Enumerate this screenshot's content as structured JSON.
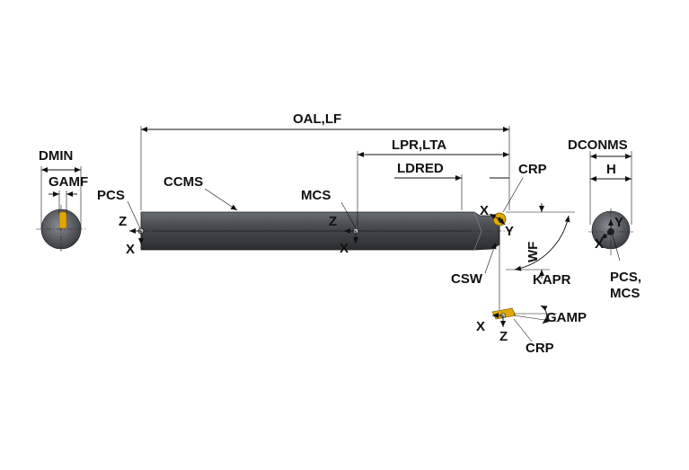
{
  "labels": {
    "oal_lf": "OAL,LF",
    "lpr_lta": "LPR,LTA",
    "ldred": "LDRED",
    "crp_top": "CRP",
    "dconms": "DCONMS",
    "h": "H",
    "dmin": "DMIN",
    "gamf": "GAMF",
    "pcs": "PCS",
    "ccms": "CCMS",
    "mcs": "MCS",
    "z_left": "Z",
    "x_left": "X",
    "z_mid": "Z",
    "x_mid": "X",
    "x_tip": "X",
    "y_tip": "Y",
    "wf": "WF",
    "csw": "CSW",
    "kapr": "KAPR",
    "y_end": "Y",
    "x_end": "X",
    "pcs_mcs_line1": "PCS,",
    "pcs_mcs_line2": "MCS",
    "x_bottom": "X",
    "z_bottom": "Z",
    "gamp": "GAMP",
    "crp_bottom": "CRP"
  },
  "colors": {
    "tool_body": "#4a4d52",
    "tool_dark": "#2b2d31",
    "insert_gold": "#e0a800",
    "ink": "#111111"
  }
}
